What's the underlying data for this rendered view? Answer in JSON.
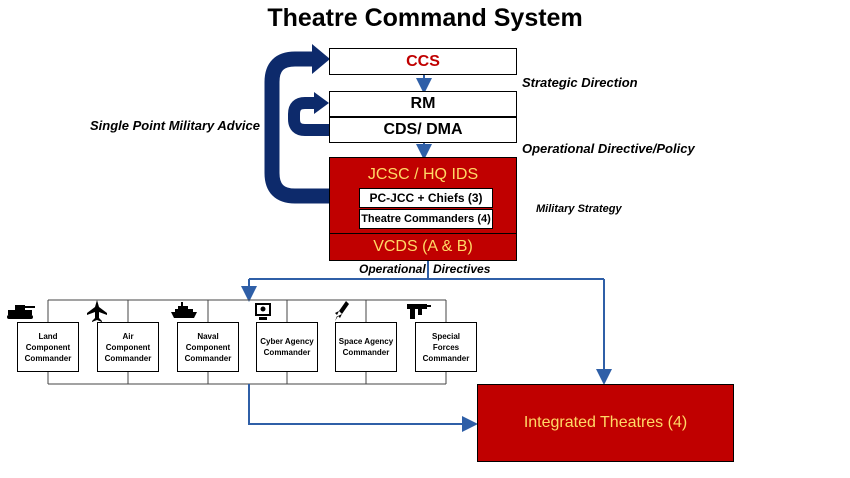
{
  "title": "Theatre Command System",
  "boxes": {
    "ccs": "CCS",
    "rm": "RM",
    "cds": "CDS/ DMA",
    "jcsc": "JCSC / HQ IDS",
    "pcjcc": "PC-JCC + Chiefs (3)",
    "theatre_commanders": "Theatre Commanders (4)",
    "vcds": "VCDS (A & B)",
    "integrated": "Integrated Theatres (4)"
  },
  "annotations": {
    "strategic": "Strategic Direction",
    "operational_policy": "Operational Directive/Policy",
    "military_strategy": "Military Strategy",
    "single_point": "Single Point Military Advice",
    "operational": "Operational",
    "directives": "Directives"
  },
  "commanders": [
    {
      "label": "Land Component Commander",
      "icon": "tank-icon"
    },
    {
      "label": "Air Component Commander",
      "icon": "fighter-jet-icon"
    },
    {
      "label": "Naval Component Commander",
      "icon": "warship-icon"
    },
    {
      "label": "Cyber Agency Commander",
      "icon": "computer-monitor-icon"
    },
    {
      "label": "Space Agency Commander",
      "icon": "rocket-icon"
    },
    {
      "label": "Special Forces Commander",
      "icon": "gun-icon"
    }
  ],
  "colors": {
    "dark_red": "#c00000",
    "gold_text": "#ffd966",
    "navy_arrow": "#0d2a6b",
    "blue_line": "#2f5fa7"
  }
}
